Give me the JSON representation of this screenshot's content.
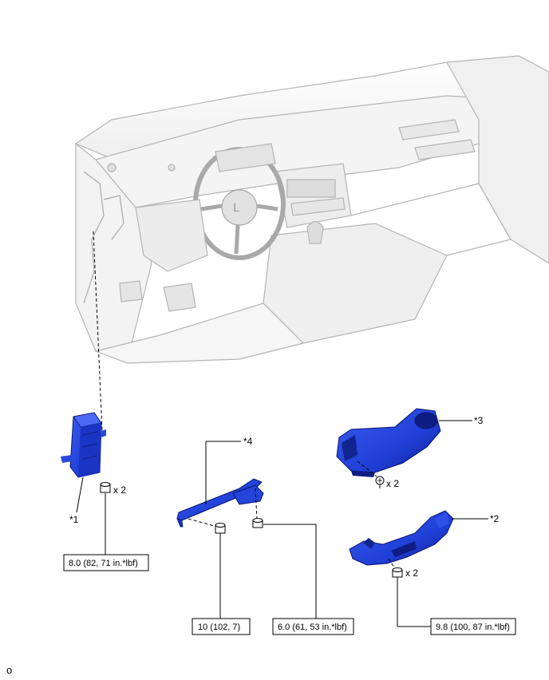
{
  "callouts": {
    "part1": "*1",
    "part2": "*2",
    "part3": "*3",
    "part4": "*4"
  },
  "quantities": {
    "part1_bolts": "x 2",
    "part3_bolts": "x 2",
    "part2_bolts": "x 2"
  },
  "torque_specs": {
    "part1": "8.0 (82, 71 in.*lbf)",
    "part4_bolt": "10 (102, 7)",
    "part4_nut": "6.0 (61, 53 in.*lbf)",
    "part2": "9.8 (100, 87 in.*lbf)"
  },
  "footer_code": "o",
  "colors": {
    "part_fill": "#1f3fd6",
    "part_dark": "#10208a",
    "interior_line": "#b8b8b8",
    "interior_fill": "#f2f2f2"
  }
}
